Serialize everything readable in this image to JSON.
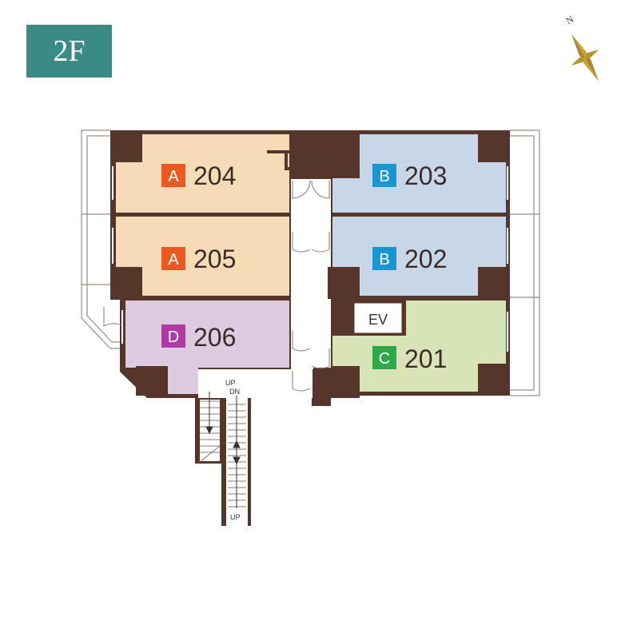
{
  "floor_badge": {
    "label": "2F"
  },
  "compass": {
    "north_label": "N",
    "icon": "compass-star-icon"
  },
  "colors": {
    "wall": "#56352a",
    "type_a_room": "#f5dcb6",
    "type_b_room": "#c7d6e9",
    "type_c_room": "#d9e3b8",
    "type_d_room": "#dccbe1",
    "badge_a": "#e95a22",
    "badge_b": "#1996d4",
    "badge_c": "#2fa84a",
    "badge_d": "#b03aa6",
    "floor_badge_bg": "#3a8b86"
  },
  "units": [
    {
      "type": "A",
      "number": "204"
    },
    {
      "type": "A",
      "number": "205"
    },
    {
      "type": "D",
      "number": "206"
    },
    {
      "type": "B",
      "number": "203"
    },
    {
      "type": "B",
      "number": "202"
    },
    {
      "type": "C",
      "number": "201"
    }
  ],
  "elevator": {
    "label": "EV"
  },
  "stairs": {
    "label_up_top": "UP",
    "label_dn": "DN",
    "label_up_bottom": "UP"
  }
}
